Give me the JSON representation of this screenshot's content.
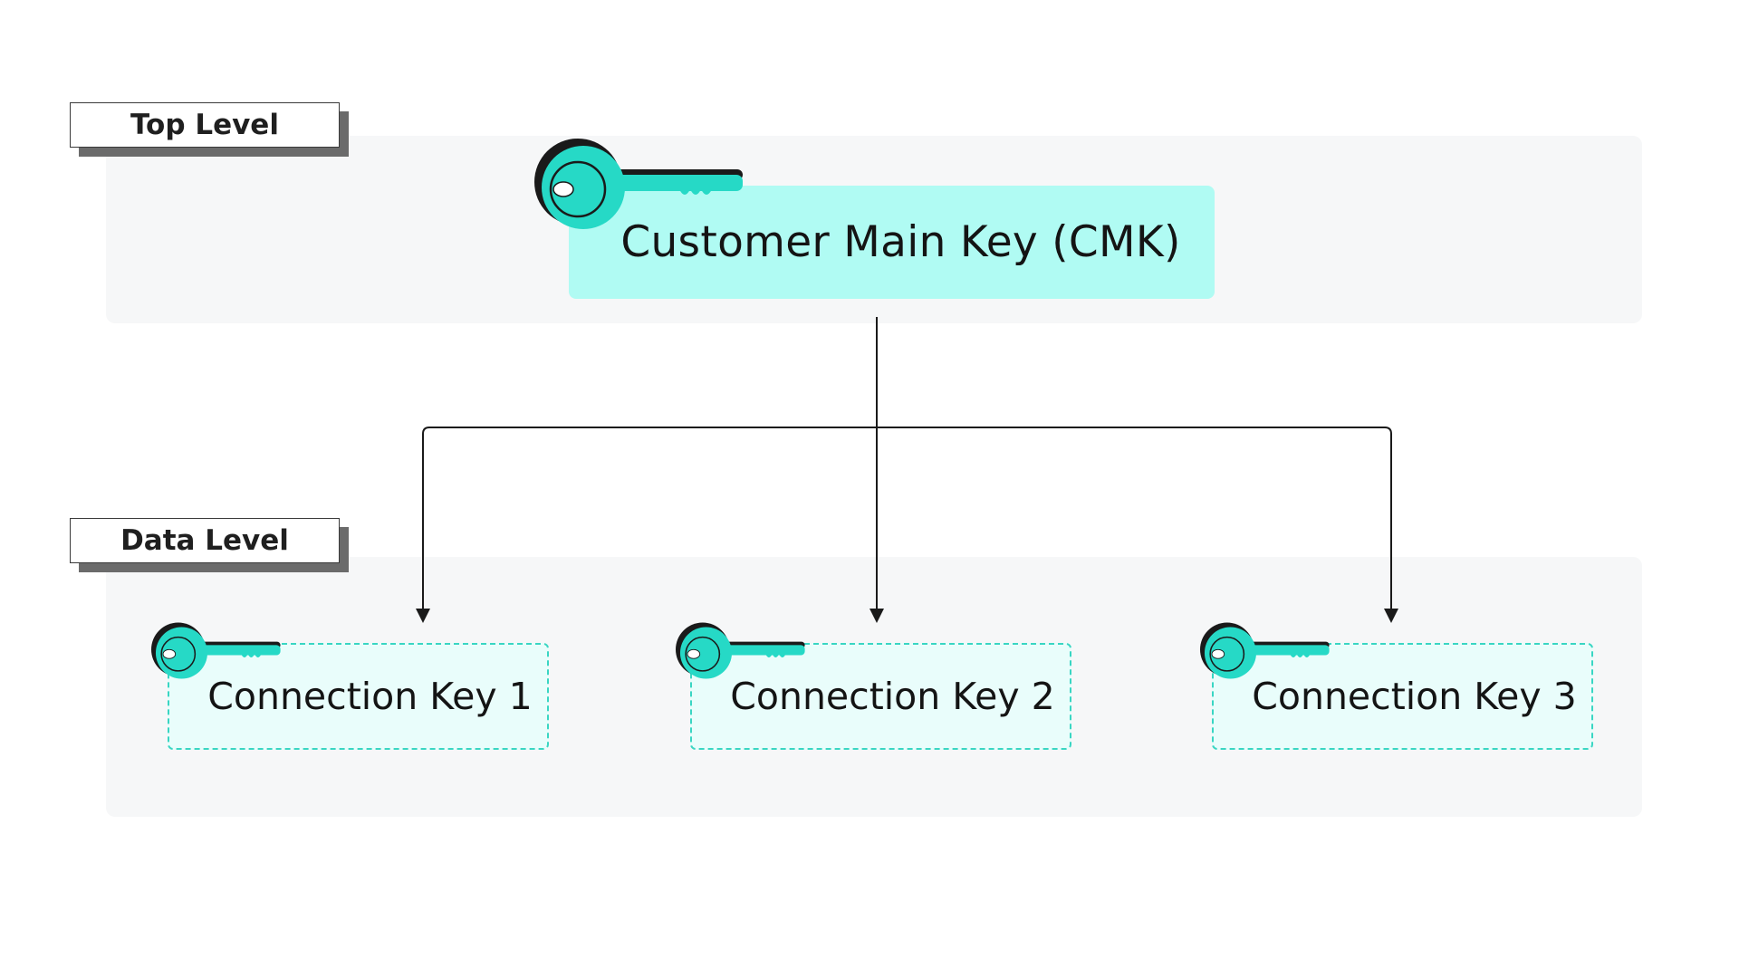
{
  "levels": {
    "top": "Top Level",
    "data": "Data Level"
  },
  "cmk": {
    "label": "Customer Main Key (CMK)"
  },
  "connection_keys": [
    {
      "label": "Connection Key 1"
    },
    {
      "label": "Connection Key 2"
    },
    {
      "label": "Connection Key 3"
    }
  ],
  "icons": {
    "key": "key-icon",
    "arrow": "arrow-down-icon"
  },
  "colors": {
    "accent": "#26d9c6",
    "cmk_fill": "#b0fbf3",
    "connection_fill": "#e9fdfb",
    "connection_border": "#39d6c3",
    "panel": "#f6f7f8",
    "line": "#1a1a1a"
  }
}
